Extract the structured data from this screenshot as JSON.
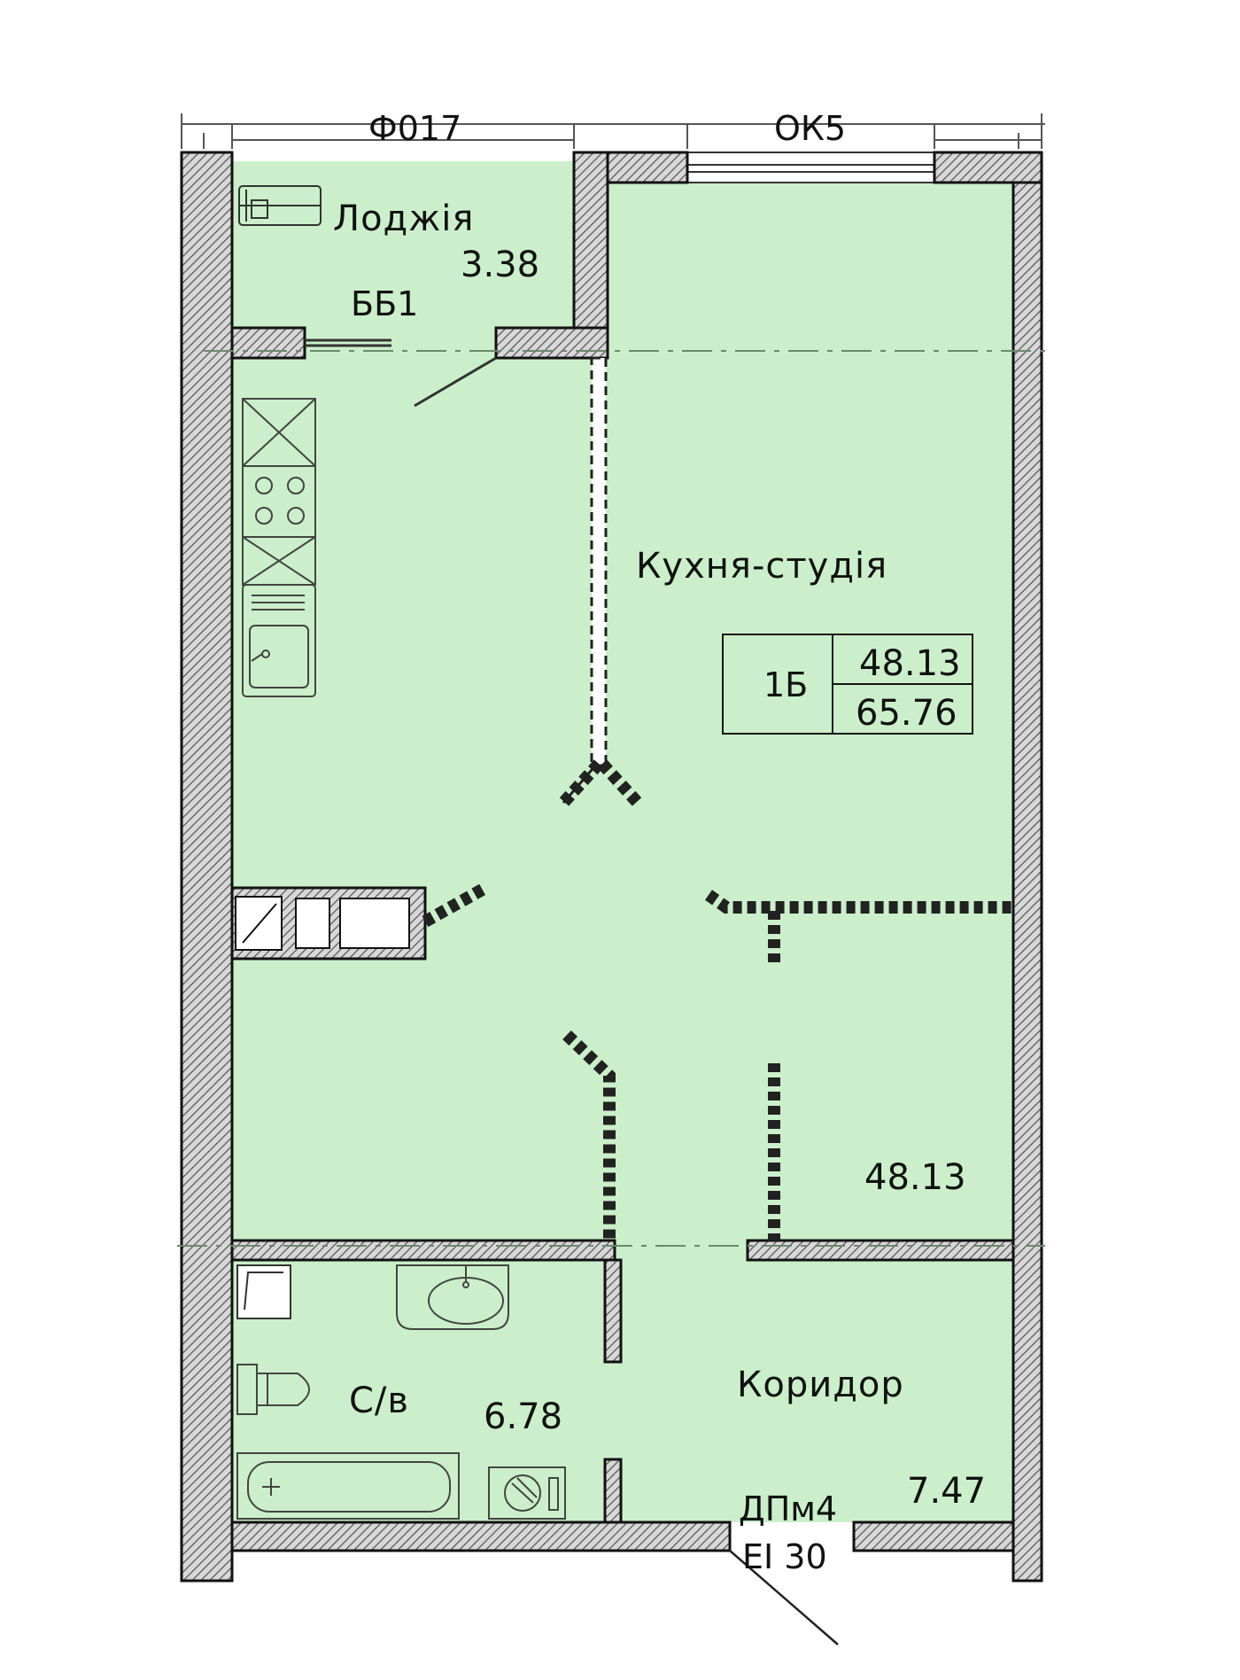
{
  "colors": {
    "room_fill": "#cbefcb",
    "wall_fill": "#9e9e9e",
    "wall_stroke": "#111111",
    "line": "#222222",
    "axis_dash": "#6a8a6a"
  },
  "top_labels": {
    "left": "Ф017",
    "right": "ОК5"
  },
  "rooms": {
    "loggia": {
      "name": "Лоджія",
      "area": "3.38",
      "door": "ББ1"
    },
    "kitchen_studio": {
      "name": "Кухня-студія",
      "area": "48.13"
    },
    "bathroom": {
      "name": "С/в",
      "area": "6.78"
    },
    "corridor": {
      "name": "Коридор",
      "area": "7.47",
      "door_line1": "ДПм4",
      "door_line2": "ЕІ 30"
    }
  },
  "apartment_box": {
    "type": "1Б",
    "living_area": "48.13",
    "total_area": "65.76"
  },
  "icons": [
    "kitchen-cabinet-icon",
    "stove-icon",
    "sink-icon",
    "washbasin-icon",
    "toilet-icon",
    "bathtub-icon",
    "washing-machine-icon",
    "shower-tray-icon",
    "ventilation-shaft-icon"
  ]
}
